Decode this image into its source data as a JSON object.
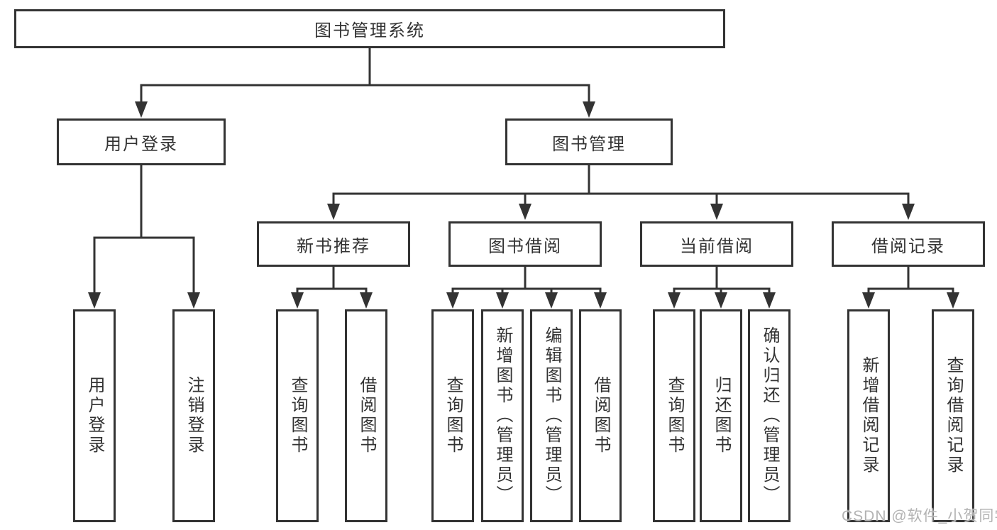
{
  "tree": {
    "label": "图书管理系统",
    "children": [
      {
        "label": "用户登录",
        "children": [
          {
            "label": "用户登录"
          },
          {
            "label": "注销登录"
          }
        ]
      },
      {
        "label": "图书管理",
        "children": [
          {
            "label": "新书推荐",
            "children": [
              {
                "label": "查询图书"
              },
              {
                "label": "借阅图书"
              }
            ]
          },
          {
            "label": "图书借阅",
            "children": [
              {
                "label": "查询图书"
              },
              {
                "label": "新增图书（管理员）"
              },
              {
                "label": "编辑图书（管理员）"
              },
              {
                "label": "借阅图书"
              }
            ]
          },
          {
            "label": "当前借阅",
            "children": [
              {
                "label": "查询图书"
              },
              {
                "label": "归还图书"
              },
              {
                "label": "确认归还（管理员）"
              }
            ]
          },
          {
            "label": "借阅记录",
            "children": [
              {
                "label": "新增借阅记录"
              },
              {
                "label": "查询借阅记录"
              }
            ]
          }
        ]
      }
    ]
  },
  "watermark": "CSDN @软件_小贺同学",
  "colors": {
    "line": "#333333",
    "text": "#333333",
    "watermark": "#b3b3b3",
    "background": "#ffffff"
  }
}
